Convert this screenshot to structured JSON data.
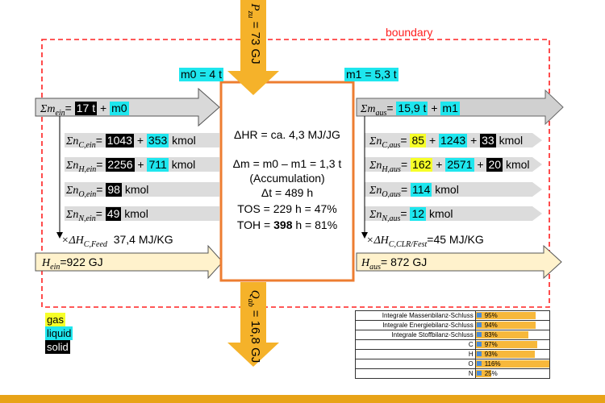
{
  "boundary_label": "boundary",
  "p_in": {
    "symbol": "P",
    "sub": "zu",
    "value": " = 73 GJ"
  },
  "q_out": {
    "symbol": "Q",
    "sub": "ab",
    "value": " = 16,8 GJ"
  },
  "m0_label": "m0 = 4 t",
  "m1_label": "m1 = 5,3 t",
  "inputs": {
    "mass": {
      "sym": "Σm",
      "sub": "ein",
      "eq": "=",
      "solid": "17 t",
      "plus": "+",
      "liquid": "m0"
    },
    "c": {
      "sym": "Σn",
      "sub": "C,ein",
      "eq": "=",
      "solid": "1043",
      "plus": "+",
      "liquid": "353",
      "unit": "kmol"
    },
    "h": {
      "sym": "Σn",
      "sub": "H,ein",
      "eq": "=",
      "solid": "2256",
      "plus": "+",
      "liquid": "711",
      "unit": "kmol"
    },
    "o": {
      "sym": "Σn",
      "sub": "O,ein",
      "eq": "=",
      "solid": "98",
      "unit": "kmol"
    },
    "n": {
      "sym": "Σn",
      "sub": "N,ein",
      "eq": "=",
      "solid": "49",
      "unit": "kmol"
    },
    "heating": {
      "prefix": "×ΔH",
      "sub": "C,Feed",
      "value": "37,4 MJ/KG"
    },
    "enthalpy": {
      "sym": "H",
      "sub": "ein",
      "value": "=922 GJ"
    }
  },
  "outputs": {
    "mass": {
      "sym": "Σm",
      "sub": "aus",
      "eq": "=",
      "liquid": "15,9 t",
      "plus": "+",
      "liquid2": "m1"
    },
    "c": {
      "sym": "Σn",
      "sub": "C,aus",
      "eq": "=",
      "gas": "85",
      "plus": "+",
      "liquid": "1243",
      "plus2": "+",
      "solid": "33",
      "unit": "kmol"
    },
    "h": {
      "sym": "Σn",
      "sub": "H,aus",
      "eq": "=",
      "gas": "162",
      "plus": "+",
      "liquid": "2571",
      "plus2": "+",
      "solid": "20",
      "unit": "kmol"
    },
    "o": {
      "sym": "Σn",
      "sub": "O,aus",
      "eq": "=",
      "liquid": "114",
      "unit": "kmol"
    },
    "n": {
      "sym": "Σn",
      "sub": "N,aus",
      "eq": "=",
      "liquid": "12",
      "unit": "kmol"
    },
    "heating": {
      "prefix": "×ΔH",
      "sub": "C,CLR/Fest",
      "value": "=45 MJ/KG"
    },
    "enthalpy": {
      "sym": "H",
      "sub": "aus",
      "value": "= 872 GJ"
    }
  },
  "center": {
    "dhr": "ΔHR = ca. 4,3 MJ/JG",
    "dm": "Δm = m0 – m1 = 1,3 t",
    "accum": "(Accumulation)",
    "dt": "Δt = 489 h",
    "tos": "TOS = 229 h = 47%",
    "toh_pre": "TOH = ",
    "toh_bold": "398",
    "toh_post": " h = 81%"
  },
  "legend": {
    "gas": "gas",
    "liquid": "liquid",
    "solid": "solid"
  },
  "kpi": [
    {
      "label": "Integrale Massenbilanz-Schluss",
      "pct": "95%",
      "value": 95
    },
    {
      "label": "Integrale Energiebilanz-Schluss",
      "pct": "94%",
      "value": 94
    },
    {
      "label": "Integrale Stoffbilanz-Schluss",
      "pct": "83%",
      "value": 83
    },
    {
      "label": "C",
      "pct": "97%",
      "value": 97
    },
    {
      "label": "H",
      "pct": "93%",
      "value": 93
    },
    {
      "label": "O",
      "pct": "116%",
      "value": 116
    },
    {
      "label": "N",
      "pct": "25%",
      "value": 25
    }
  ],
  "colors": {
    "boundary": "#ff2020",
    "reactor": "#ed7d31",
    "orange_arrow": "#f5b22a",
    "gray_arrow": "#d9d9d9",
    "enthalpy_arrow": "#fff2cc",
    "bottom_bar": "#e8a317",
    "gas": "#f6ff28",
    "liquid": "#1ee6ee",
    "solid": "#000000"
  }
}
